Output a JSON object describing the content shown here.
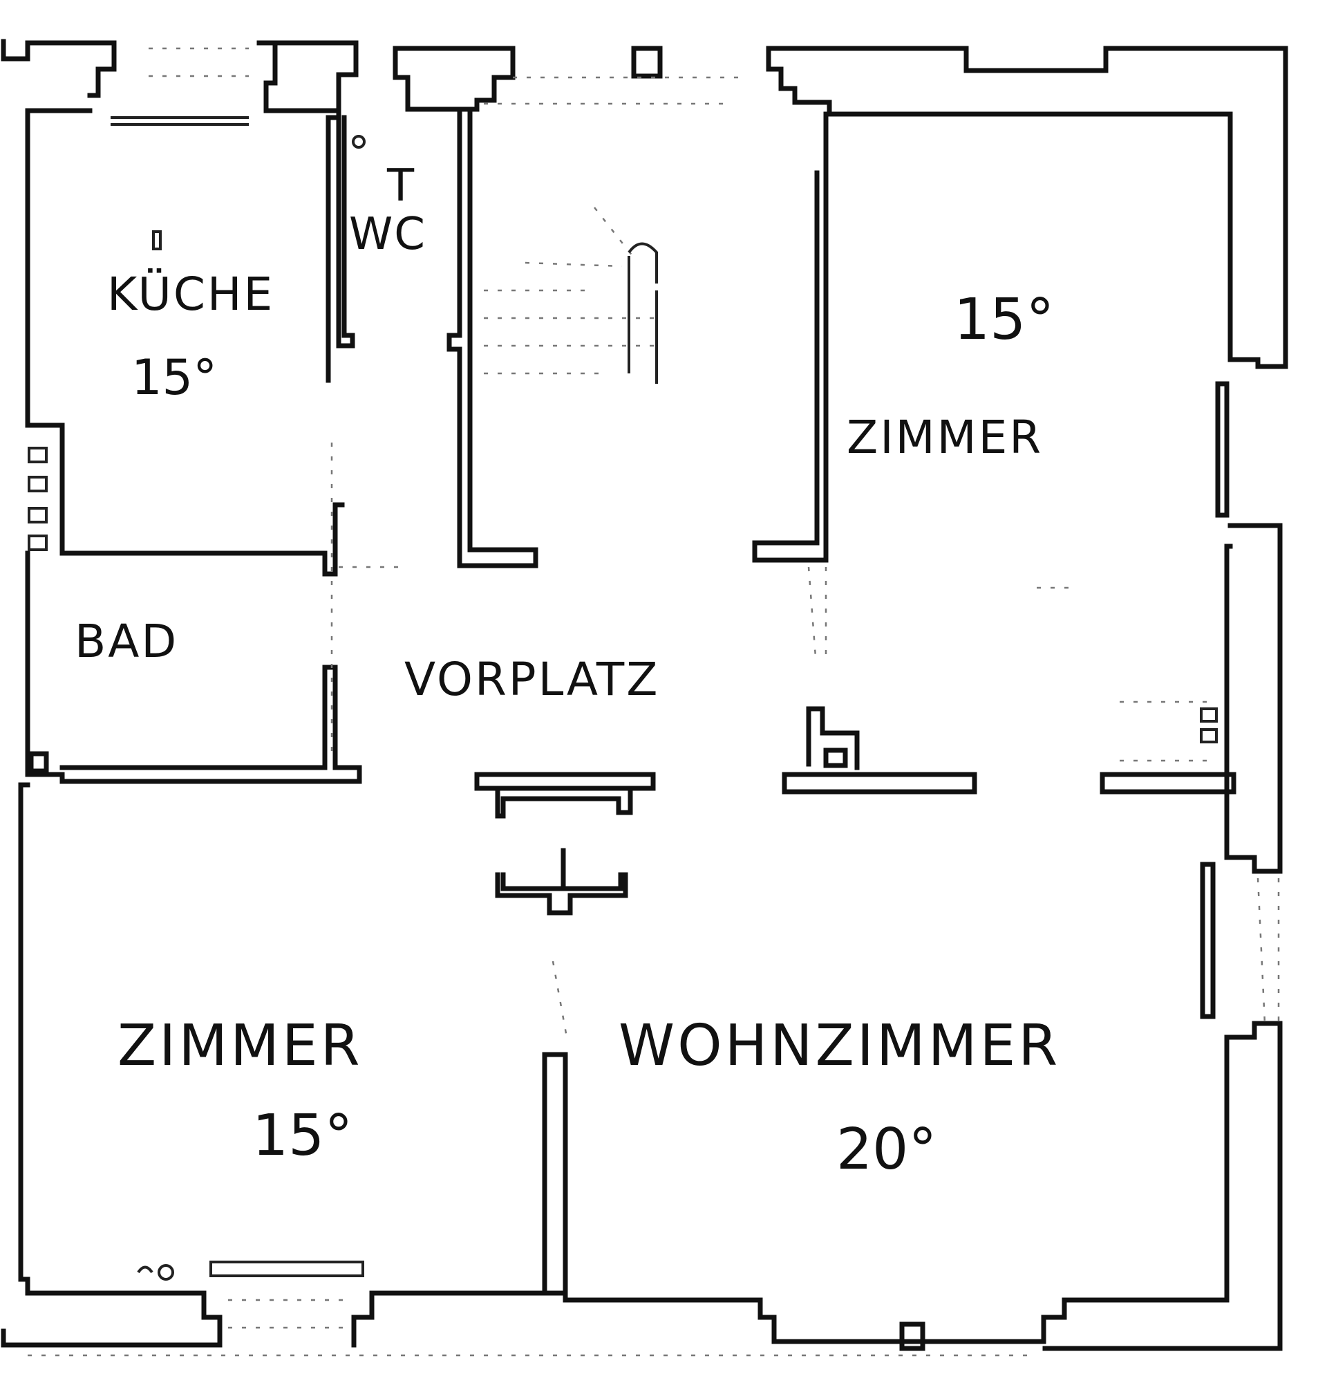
{
  "rooms": {
    "kueche": {
      "name": "KÜCHE",
      "temp": "15°"
    },
    "wc": {
      "name": "WC",
      "mark": "T"
    },
    "zimmer_ne": {
      "name": "ZIMMER",
      "temp": "15°"
    },
    "bad": {
      "name": "BAD"
    },
    "vorplatz": {
      "name": "VORPLATZ"
    },
    "zimmer_sw": {
      "name": "ZIMMER",
      "temp": "15°"
    },
    "wohnzimmer": {
      "name": "WOHNZIMMER",
      "temp": "20°"
    }
  }
}
